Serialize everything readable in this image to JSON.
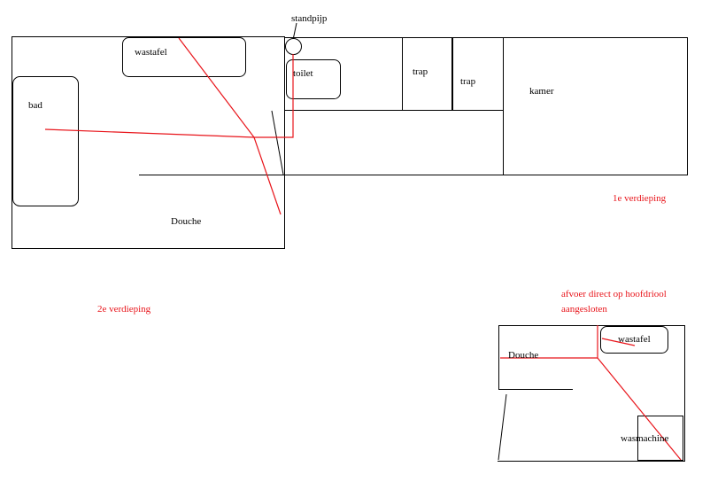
{
  "labels": {
    "standpipe": "standpijp",
    "sink_upper": "wastafel",
    "toilet": "toilet",
    "stairs_1": "trap",
    "stairs_2": "trap",
    "room": "kamer",
    "bath": "bad",
    "shower_upper": "Douche",
    "floor_1": "1e verdieping",
    "floor_2": "2e verdieping",
    "drain_note_line1": "afvoer direct op hoofdriool",
    "drain_note_line2": "aangesloten",
    "shower_lower": "Douche",
    "sink_lower": "wastafel",
    "washing_machine": "wasmachine"
  },
  "colors": {
    "line": "#000000",
    "drain": "#e8141a",
    "background": "#ffffff"
  }
}
